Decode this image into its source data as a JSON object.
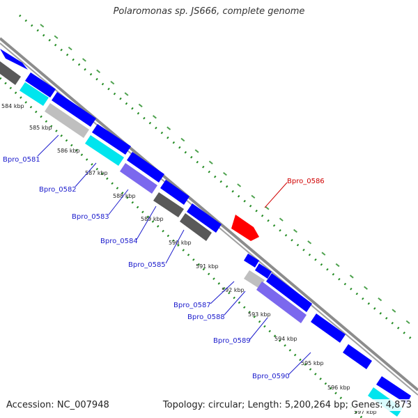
{
  "title": "Polaromonas sp. JS666, complete genome",
  "footer": {
    "accession": "Accession: NC_007948",
    "topology": "Topology: circular; Length: 5,200,264 bp; Genes: 4,873"
  },
  "colors": {
    "forward": "#0000ff",
    "reverse": "#0000ff",
    "cyan": "#00e5ee",
    "grey": "#bfbfbf",
    "dark": "#595959",
    "slate": "#7b68ee",
    "highlight": "#ff0000",
    "label": "#1a1acc",
    "gc_dots": "#228b22"
  },
  "ticks": [
    "584 kbp",
    "585 kbp",
    "586 kbp",
    "587 kbp",
    "588 kbp",
    "589 kbp",
    "590 kbp",
    "591 kbp",
    "592 kbp",
    "593 kbp",
    "594 kbp",
    "595 kbp",
    "596 kbp",
    "597 kbp"
  ],
  "gene_labels": [
    {
      "name": "Bpro_0581",
      "highlight": false
    },
    {
      "name": "Bpro_0582",
      "highlight": false
    },
    {
      "name": "Bpro_0583",
      "highlight": false
    },
    {
      "name": "Bpro_0584",
      "highlight": false
    },
    {
      "name": "Bpro_0585",
      "highlight": false
    },
    {
      "name": "Bpro_0586",
      "highlight": true
    },
    {
      "name": "Bpro_0587",
      "highlight": false
    },
    {
      "name": "Bpro_0588",
      "highlight": false
    },
    {
      "name": "Bpro_0589",
      "highlight": false
    },
    {
      "name": "Bpro_0590",
      "highlight": false
    }
  ]
}
